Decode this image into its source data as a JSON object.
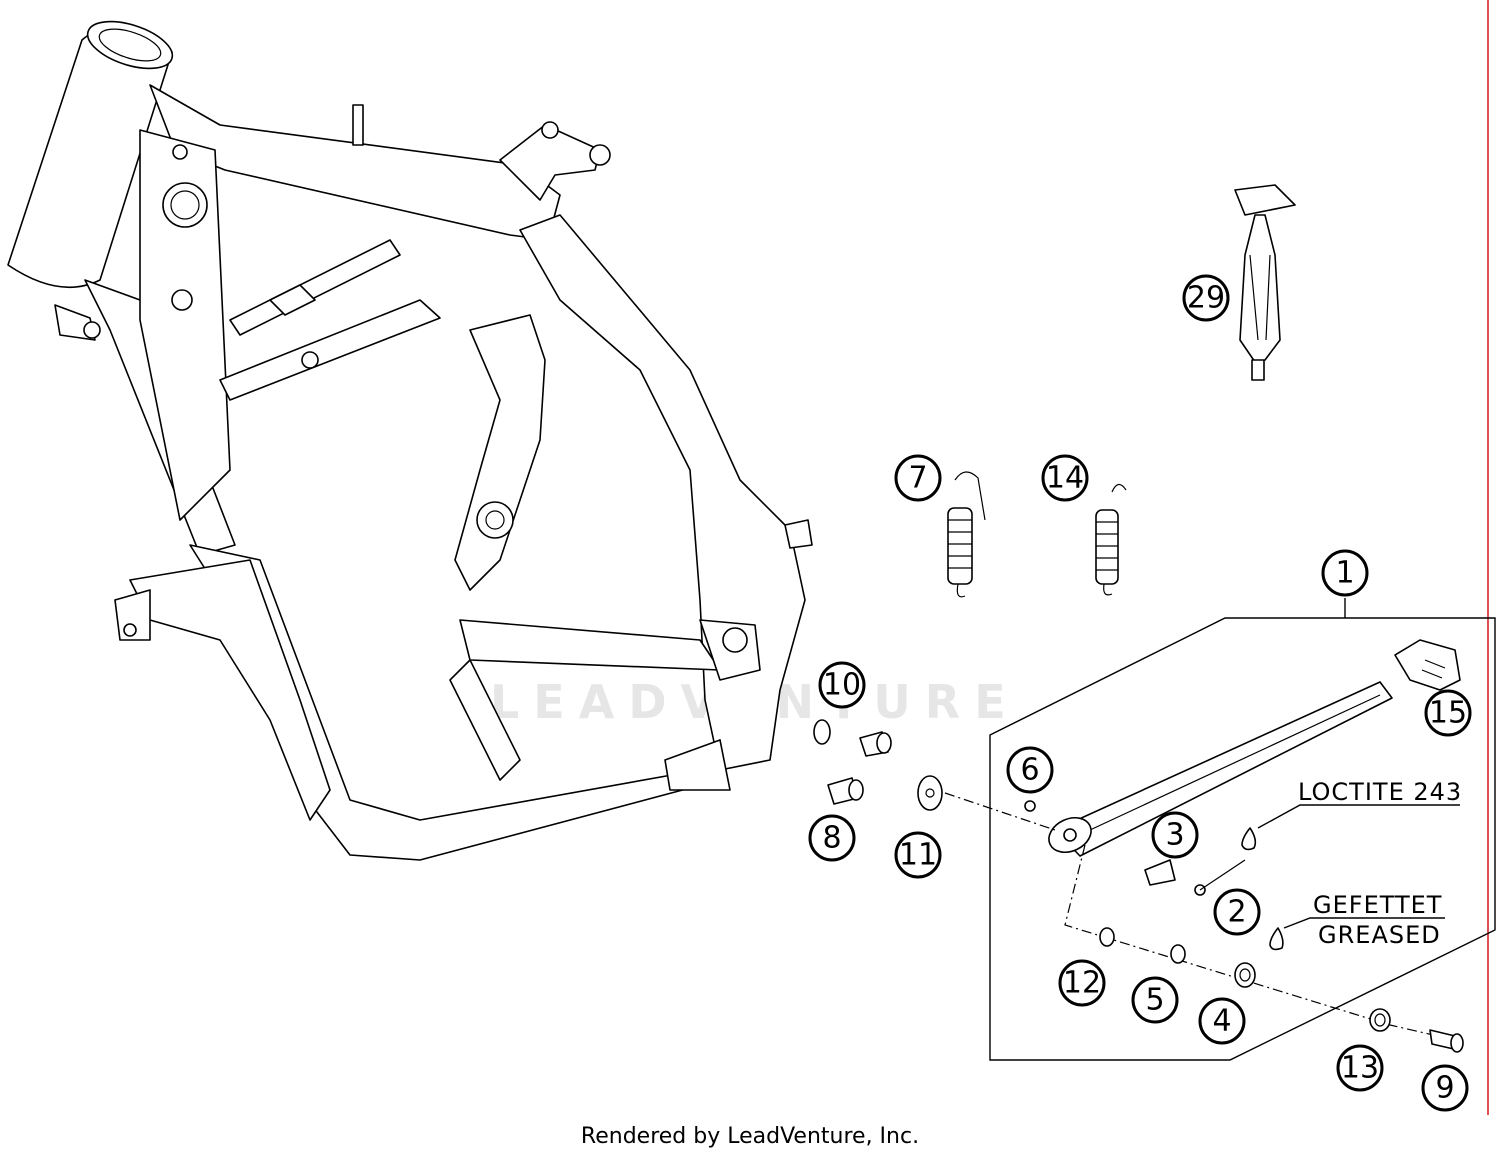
{
  "callouts": [
    {
      "id": "1",
      "label": "1"
    },
    {
      "id": "2",
      "label": "2"
    },
    {
      "id": "3",
      "label": "3"
    },
    {
      "id": "4",
      "label": "4"
    },
    {
      "id": "5",
      "label": "5"
    },
    {
      "id": "6",
      "label": "6"
    },
    {
      "id": "7",
      "label": "7"
    },
    {
      "id": "8",
      "label": "8"
    },
    {
      "id": "9",
      "label": "9"
    },
    {
      "id": "10",
      "label": "10"
    },
    {
      "id": "11",
      "label": "11"
    },
    {
      "id": "12",
      "label": "12"
    },
    {
      "id": "13",
      "label": "13"
    },
    {
      "id": "14",
      "label": "14"
    },
    {
      "id": "15",
      "label": "15"
    },
    {
      "id": "29",
      "label": "29"
    }
  ],
  "notes": {
    "loctite": "LOCTITE 243",
    "gefettet": "GEFETTET",
    "greased": "GREASED"
  },
  "watermark": "LEADVENTURE",
  "footer": "Rendered by LeadVenture, Inc.",
  "colors": {
    "line": "#000000",
    "background": "#ffffff",
    "watermark": "#e6e6e6",
    "edge_line": "#e05050"
  }
}
